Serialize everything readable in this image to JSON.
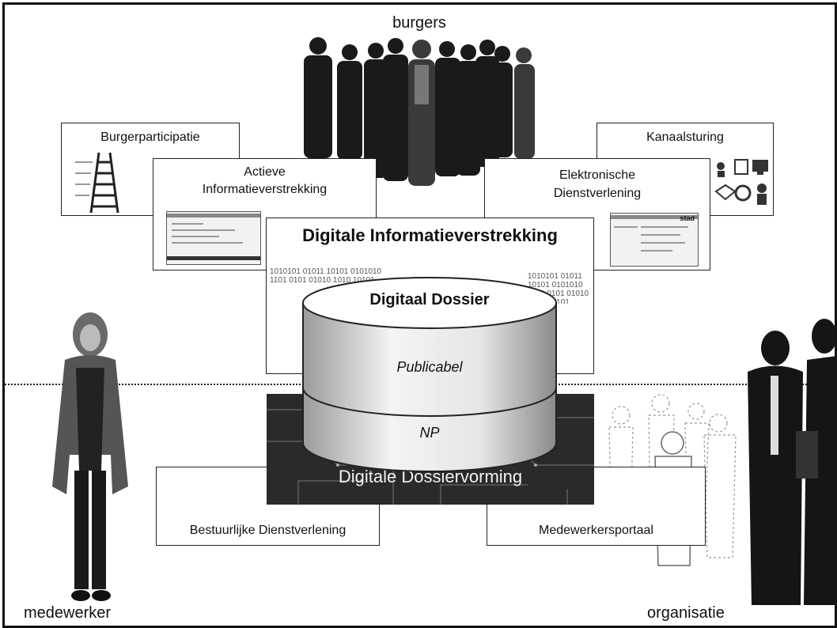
{
  "labels": {
    "burgers": "burgers",
    "medewerker": "medewerker",
    "organisatie": "organisatie"
  },
  "boxes": {
    "burgerparticipatie": "Burgerparticipatie",
    "actieve_line1": "Actieve",
    "actieve_line2": "Informatieverstrekking",
    "elektronische_line1": "Elektronische",
    "elektronische_line2": "Dienstverlening",
    "kanaalsturing": "Kanaalsturing",
    "digitale_informatieverstrekking": "Digitale Informatieverstrekking",
    "bestuurlijke_dienstverlening": "Bestuurlijke Dienstverlening",
    "medewerkersportaal": "Medewerkersportaal",
    "digitale_dossiervorming": "Digitale Dossiervorming"
  },
  "cylinder": {
    "title": "Digitaal Dossier",
    "upper": "Publicabel",
    "lower": "NP"
  },
  "binary_text": "1010101 01011 10101 0101010 1101 0101 01010 1010 10101",
  "mock_site_text": "stad"
}
